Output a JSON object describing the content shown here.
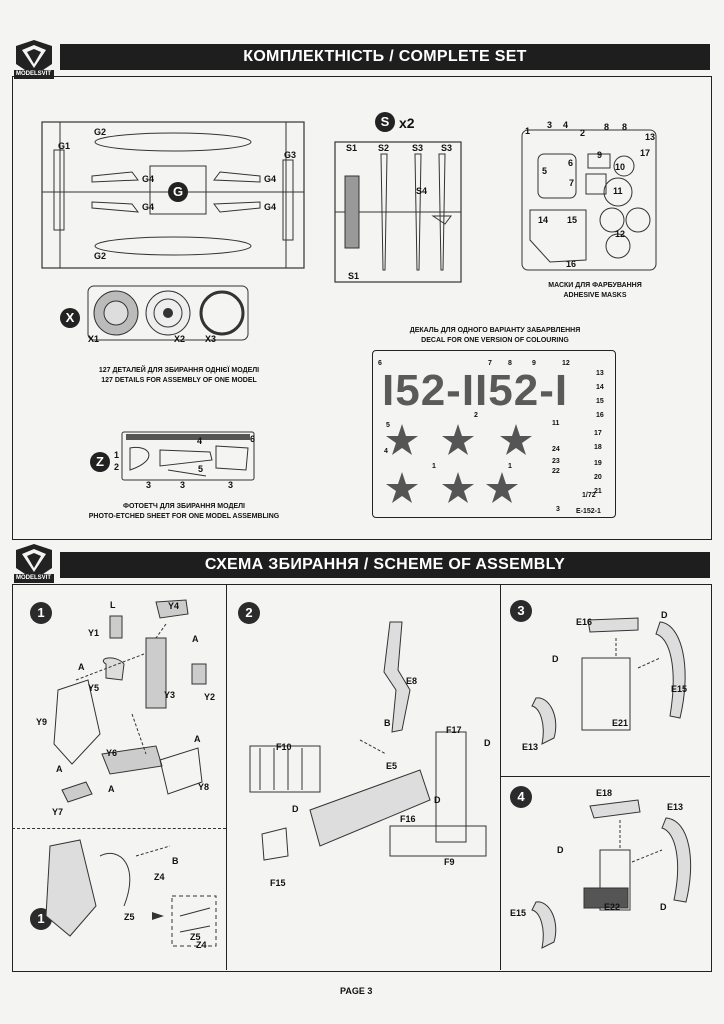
{
  "brand": {
    "name": "MODELSVIT"
  },
  "header1": {
    "title": "КОМПЛЕКТНІСТЬ / COMPLETE SET"
  },
  "header2": {
    "title": "СХЕМА ЗБИРАННЯ / SCHEME OF ASSEMBLY"
  },
  "sprue_g": {
    "letter": "G",
    "labels": [
      "G1",
      "G2",
      "G2",
      "G3",
      "G4",
      "G4",
      "G4",
      "G4"
    ]
  },
  "sprue_s": {
    "letter": "S",
    "multiplier": "x2",
    "labels": [
      "S1",
      "S2",
      "S3",
      "S3",
      "S4",
      "S1"
    ]
  },
  "sprue_x": {
    "letter": "X",
    "labels": [
      "X1",
      "X2",
      "X3"
    ]
  },
  "details": {
    "line_ua": "127 ДЕТАЛЕЙ ДЛЯ ЗБИРАННЯ ОДНІЄЇ МОДЕЛІ",
    "line_en": "127 DETAILS FOR ASSEMBLY OF ONE MODEL"
  },
  "masks": {
    "line_ua": "МАСКИ ДЛЯ ФАРБУВАННЯ",
    "line_en": "ADHESIVE MASKS",
    "numbers": [
      "1",
      "3",
      "4",
      "2",
      "8",
      "8",
      "13",
      "5",
      "6",
      "9",
      "17",
      "7",
      "10",
      "11",
      "14",
      "15",
      "12",
      "16"
    ]
  },
  "decal": {
    "line_ua": "ДЕКАЛЬ ДЛЯ ОДНОГО ВАРІАНТУ ЗАБАРВЛЕННЯ",
    "line_en": "DECAL FOR ONE VERSION OF COLOURING",
    "big_text": "I52-II52-I",
    "scale": "1/72",
    "code": "E-152-1",
    "numbers": [
      "6",
      "7",
      "8",
      "9",
      "12",
      "13",
      "14",
      "15",
      "16",
      "11",
      "17",
      "18",
      "19",
      "20",
      "21",
      "24",
      "23",
      "22",
      "2",
      "5",
      "4",
      "1",
      "1",
      "3"
    ]
  },
  "photoetch": {
    "letter": "Z",
    "line_ua": "ФОТОЕТЧ ДЛЯ ЗБИРАННЯ МОДЕЛІ",
    "line_en": "PHOTO-ETCHED SHEET FOR ONE MODEL ASSEMBLING",
    "numbers": [
      "1",
      "2",
      "4",
      "5",
      "6",
      "3",
      "3",
      "3"
    ]
  },
  "steps": [
    {
      "number": "1",
      "parts": [
        "L",
        "Y4",
        "Y1",
        "A",
        "A",
        "Y5",
        "Y3",
        "Y2",
        "A",
        "Y9",
        "Y6",
        "A",
        "Y8",
        "A",
        "Y7"
      ]
    },
    {
      "number": "1",
      "parts": [
        "B",
        "Z4",
        "Z5",
        "Z5",
        "Z4"
      ]
    },
    {
      "number": "2",
      "parts": [
        "E8",
        "B",
        "E5",
        "F10",
        "F17",
        "D",
        "D",
        "D",
        "F16",
        "F15",
        "F9"
      ]
    },
    {
      "number": "3",
      "parts": [
        "E16",
        "D",
        "D",
        "E15",
        "E21",
        "E13"
      ]
    },
    {
      "number": "4",
      "parts": [
        "E18",
        "E13",
        "D",
        "D",
        "E15",
        "E22"
      ]
    }
  ],
  "footer": {
    "page": "PAGE 3"
  }
}
